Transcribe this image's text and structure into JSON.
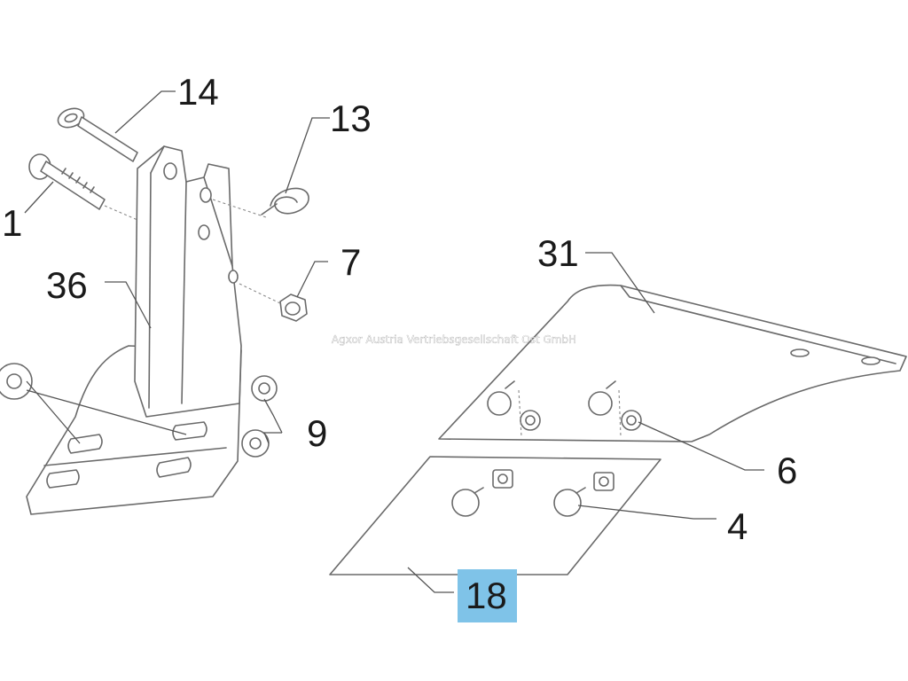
{
  "watermark": "Agxor Austria Vertriebsgesellschaft Ost GmbH",
  "callouts": {
    "c14": "14",
    "c13": "13",
    "c1": "1",
    "c7": "7",
    "c36": "36",
    "c31": "31",
    "c9": "9",
    "c6": "6",
    "c4": "4",
    "c18": "18"
  },
  "highlighted_part": "18",
  "colors": {
    "highlight": "#7fc3e8",
    "line": "#6a6a6a"
  }
}
